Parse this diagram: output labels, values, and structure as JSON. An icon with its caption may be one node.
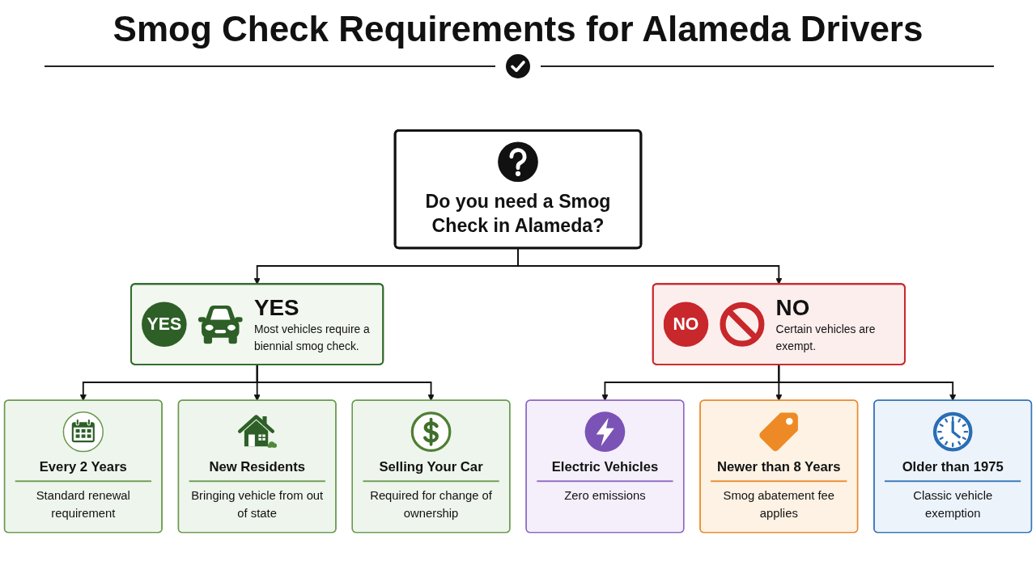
{
  "diagram": {
    "title": "Smog Check Requirements for Alameda Drivers",
    "nodes": [
      {
        "text": [
          "Do you need a Smog Check in Alameda?"
        ]
      },
      {
        "text": [
          "YES",
          "YES",
          "Most vehicles require a biennial smog check."
        ]
      },
      {
        "text": [
          "NO",
          "NO",
          "Certain vehicles are exempt."
        ]
      },
      {
        "text": [
          "Every 2 Years",
          "Standard renewal requirement"
        ]
      },
      {
        "text": [
          "New Residents",
          "Bringing vehicle from out of state"
        ]
      },
      {
        "text": [
          "Selling Your Car",
          "Required for change of ownership"
        ]
      },
      {
        "text": [
          "Electric Vehicles",
          "Zero emissions"
        ]
      },
      {
        "text": [
          "Newer than 8 Years",
          "Smog abatement fee applies"
        ]
      },
      {
        "text": [
          "Older than 1975",
          "Classic vehicle exemption"
        ]
      }
    ],
    "edges": [
      {
        "from": 0,
        "to": 1,
        "arrow": "to"
      },
      {
        "from": 0,
        "to": 2,
        "arrow": "to"
      },
      {
        "from": 1,
        "to": 3,
        "arrow": "to"
      },
      {
        "from": 1,
        "to": 4,
        "arrow": "to"
      },
      {
        "from": 1,
        "to": 5,
        "arrow": "to"
      },
      {
        "from": 2,
        "to": 6,
        "arrow": "to"
      },
      {
        "from": 2,
        "to": 7,
        "arrow": "to"
      },
      {
        "from": 2,
        "to": 8,
        "arrow": "to"
      }
    ]
  }
}
